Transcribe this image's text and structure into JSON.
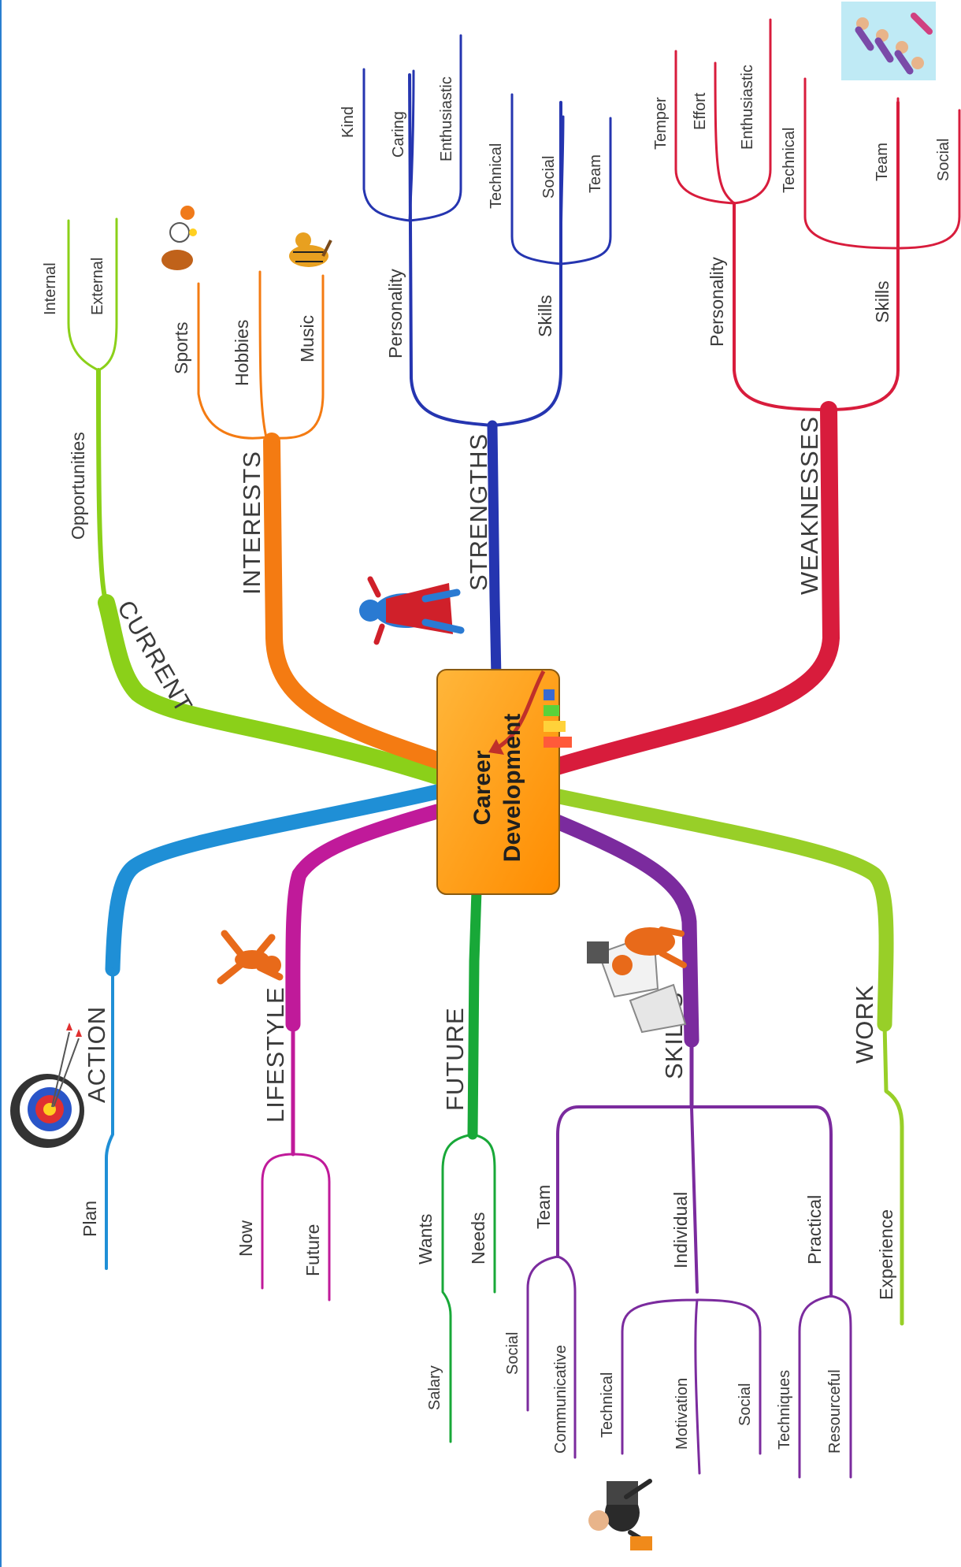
{
  "center": {
    "line1": "Career",
    "line2": "Development"
  },
  "branches": {
    "current": {
      "label": "CURRENT",
      "color": "#8bd019",
      "opportunities": "Opportunities",
      "internal": "Internal",
      "external": "External"
    },
    "interests": {
      "label": "INTERESTS",
      "color": "#f47b12",
      "sports": "Sports",
      "hobbies": "Hobbies",
      "music": "Music"
    },
    "strengths": {
      "label": "STRENGTHS",
      "color": "#2535b0",
      "personality": "Personality",
      "kind": "Kind",
      "caring": "Caring",
      "enthusiastic": "Enthusiastic",
      "skills": "Skills",
      "technical": "Technical",
      "social": "Social",
      "team": "Team"
    },
    "weaknesses": {
      "label": "WEAKNESSES",
      "color": "#d81c3c",
      "personality": "Personality",
      "temper": "Temper",
      "effort": "Effort",
      "enthusiastic": "Enthusiastic",
      "skills": "Skills",
      "technical": "Technical",
      "team": "Team",
      "social": "Social"
    },
    "action": {
      "label": "ACTION",
      "color": "#1f8fd6",
      "plan": "Plan"
    },
    "lifestyle": {
      "label": "LIFESTYLE",
      "color": "#c01a9a",
      "now": "Now",
      "future": "Future"
    },
    "future": {
      "label": "FUTURE",
      "color": "#18a838",
      "wants": "Wants",
      "salary": "Salary",
      "needs": "Needs"
    },
    "skills": {
      "label": "SKILLS",
      "color": "#7b2b9e",
      "team": "Team",
      "social": "Social",
      "communicative": "Communicative",
      "individual": "Individual",
      "technical": "Technical",
      "motivation": "Motivation",
      "social2": "Social",
      "practical": "Practical",
      "techniques": "Techniques",
      "resourceful": "Resourceful"
    },
    "work": {
      "label": "WORK",
      "color": "#98cf28",
      "experience": "Experience"
    }
  },
  "icons": [
    "target-icon",
    "person-icon",
    "superhero-icon",
    "sports-balls-icon",
    "tiger-musician-icon",
    "reading-person-icon",
    "student-laptop-icon",
    "friends-group-icon",
    "stair-arrow-icon"
  ]
}
